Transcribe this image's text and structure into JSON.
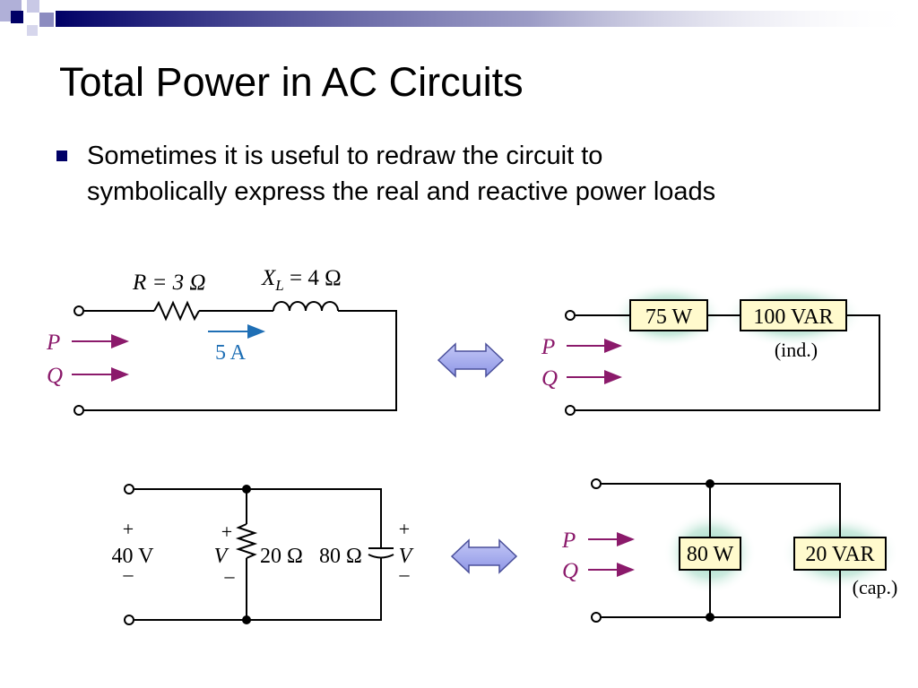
{
  "slide": {
    "title": "Total Power in AC Circuits",
    "bullet_lines": [
      "Sometimes it is useful to redraw the circuit to",
      "symbolically express the real and reactive power loads"
    ]
  },
  "circuits": {
    "series_original": {
      "resistor_label": "R = 3 Ω",
      "inductor_label_x": "X",
      "inductor_label_sub": "L",
      "inductor_label_rest": " = 4 Ω",
      "current_label": "5 A",
      "p_label": "P",
      "q_label": "Q"
    },
    "series_equivalent": {
      "real_load": "75 W",
      "reactive_load": "100 VAR",
      "reactive_note": "(ind.)",
      "p_label": "P",
      "q_label": "Q"
    },
    "parallel_original": {
      "source_plus": "+",
      "source_voltage": "40 V",
      "source_minus": "–",
      "v_plus": "+",
      "v_label": "V",
      "v_minus": "–",
      "resistor_label": "20 Ω",
      "capacitor_label": "80 Ω",
      "cap_plus": "+",
      "cap_v_label": "V",
      "cap_minus": "–"
    },
    "parallel_equivalent": {
      "real_load": "80 W",
      "reactive_load": "20 VAR",
      "reactive_note": "(cap.)",
      "p_label": "P",
      "q_label": "Q"
    }
  },
  "colors": {
    "accent_navy": "#000066",
    "arrow_purple": "#8b1a6b",
    "current_arrow": "#1f6fb5",
    "load_box_fill": "#fffacd",
    "load_glow": "#7fcfb3",
    "equivalence_arrow": "#9ea6ee"
  }
}
